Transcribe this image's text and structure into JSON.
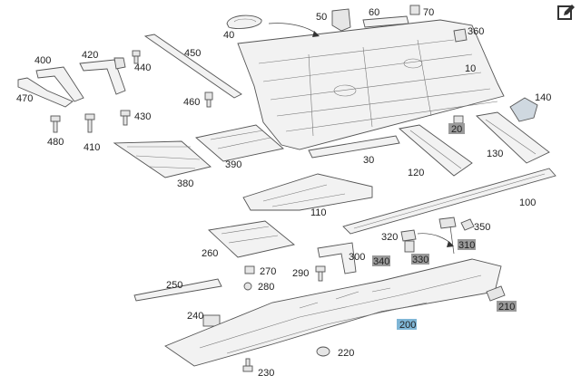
{
  "labels": {
    "p40": "40",
    "p50": "50",
    "p60": "60",
    "p70": "70",
    "p360": "360",
    "p10": "10",
    "p140": "140",
    "p20": "20",
    "p130": "130",
    "p400": "400",
    "p420": "420",
    "p440": "440",
    "p450": "450",
    "p470": "470",
    "p460": "460",
    "p430": "430",
    "p480": "480",
    "p410": "410",
    "p390": "390",
    "p380": "380",
    "p30": "30",
    "p120": "120",
    "p110": "110",
    "p100": "100",
    "p350": "350",
    "p320": "320",
    "p310": "310",
    "p340": "340",
    "p330": "330",
    "p260": "260",
    "p300": "300",
    "p270": "270",
    "p290": "290",
    "p280": "280",
    "p250": "250",
    "p240": "240",
    "p200": "200",
    "p210": "210",
    "p220": "220",
    "p230": "230"
  },
  "highlight_colors": {
    "gray": "#9a9a9a",
    "blue": "#7fb6d6"
  },
  "icons": {
    "edit": "edit-icon"
  }
}
